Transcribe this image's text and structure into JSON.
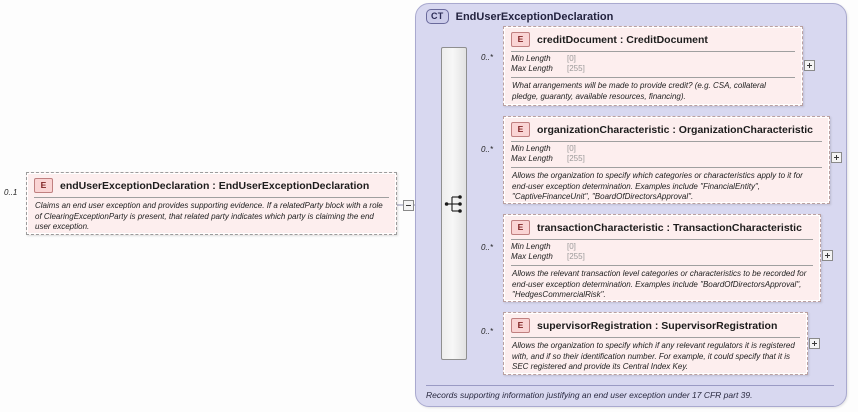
{
  "diagram": {
    "type": "xsd-schema-diagram",
    "background_color": "#fdfdfd"
  },
  "root_element": {
    "badge": "E",
    "name": "endUserExceptionDeclaration",
    "type": "EndUserExceptionDeclaration",
    "title": "endUserExceptionDeclaration : EndUserExceptionDeclaration",
    "occurrence": "0..1",
    "documentation": "Claims an end user exception and provides supporting evidence. If a relatedParty block with a role of ClearingExceptionParty is present, that related party indicates which party is claiming the end user exception.",
    "toggle": "minus"
  },
  "complex_type": {
    "badge": "CT",
    "name": "EndUserExceptionDeclaration",
    "documentation": "Records supporting information justifying an end user exception under 17 CFR part 39.",
    "compositor": "sequence"
  },
  "children": [
    {
      "badge": "E",
      "name": "creditDocument",
      "type": "CreditDocument",
      "title": "creditDocument : CreditDocument",
      "occurrence": "0..*",
      "facets": [
        {
          "label": "Min Length",
          "value": "[0]"
        },
        {
          "label": "Max Length",
          "value": "[255]"
        }
      ],
      "documentation": "What arrangements will be made to provide credit? (e.g. CSA, collateral pledge, guaranty, available resources, financing).",
      "toggle": "plus"
    },
    {
      "badge": "E",
      "name": "organizationCharacteristic",
      "type": "OrganizationCharacteristic",
      "title": "organizationCharacteristic : OrganizationCharacteristic",
      "occurrence": "0..*",
      "facets": [
        {
          "label": "Min Length",
          "value": "[0]"
        },
        {
          "label": "Max Length",
          "value": "[255]"
        }
      ],
      "documentation": "Allows the organization to specify which categories or characteristics apply to it for end-user exception determination. Examples include \"FinancialEntity\", \"CaptiveFinanceUnit\", \"BoardOfDirectorsApproval\".",
      "toggle": "plus"
    },
    {
      "badge": "E",
      "name": "transactionCharacteristic",
      "type": "TransactionCharacteristic",
      "title": "transactionCharacteristic : TransactionCharacteristic",
      "occurrence": "0..*",
      "facets": [
        {
          "label": "Min Length",
          "value": "[0]"
        },
        {
          "label": "Max Length",
          "value": "[255]"
        }
      ],
      "documentation": "Allows the relevant transaction level categories or characteristics to be recorded for end-user exception determination. Examples include \"BoardOfDirectorsApproval\",  \"HedgesCommercialRisk\".",
      "toggle": "plus"
    },
    {
      "badge": "E",
      "name": "supervisorRegistration",
      "type": "SupervisorRegistration",
      "title": "supervisorRegistration : SupervisorRegistration",
      "occurrence": "0..*",
      "facets": [],
      "documentation": "Allows the organization to specify which if any relevant regulators it is registered with, and if so their identification number. For example, it could specify that it is SEC registered and provide its Central Index Key.",
      "toggle": "plus"
    }
  ],
  "colors": {
    "element_fill": "#fdeeee",
    "element_badge": "#fad4d4",
    "complextype_panel": "#d8d8f0",
    "complextype_badge": "#ccccea",
    "sequence_bar": "#f2f2f2",
    "connector_line": "#8f8fb0"
  }
}
